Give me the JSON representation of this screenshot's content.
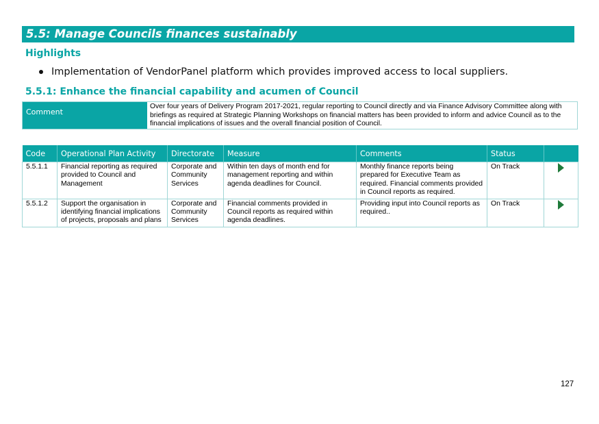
{
  "section": {
    "title": "5.5: Manage Councils finances sustainably",
    "highlights_heading": "Highlights",
    "highlights": [
      "Implementation of VendorPanel platform which provides improved access to local suppliers."
    ],
    "subsection_title": "5.5.1: Enhance the financial capability and acumen of Council"
  },
  "comment": {
    "label": "Comment",
    "text": "Over four years of Delivery Program 2017-2021, regular reporting to Council directly and via Finance Advisory Committee along with briefings as required at Strategic Planning Workshops on financial matters has been provided to inform and advice Council as to the financial implications of issues and the overall financial position of Council."
  },
  "table": {
    "headers": [
      "Code",
      "Operational Plan Activity",
      "Directorate",
      "Measure",
      "Comments",
      "Status",
      ""
    ],
    "rows": [
      {
        "code": "5.5.1.1",
        "activity": "Financial reporting as required provided to Council and Management",
        "directorate": "Corporate and Community Services",
        "measure": "Within ten days of month end for management reporting and within agenda deadlines for Council.",
        "comments": "Monthly finance reports being prepared for Executive Team as required. Financial comments provided in Council reports as required.",
        "status": "On Track"
      },
      {
        "code": "5.5.1.2",
        "activity": "Support the organisation in identifying financial implications of projects, proposals and plans",
        "directorate": "Corporate and Community Services",
        "measure": "Financial comments provided in Council reports as required within agenda deadlines.",
        "comments": "Providing input into Council reports as required..",
        "status": "On Track"
      }
    ]
  },
  "page_number": "127",
  "colors": {
    "accent": "#0aa5a5",
    "status_arrow": "#1f7a3a",
    "border": "#9fd6d6"
  }
}
